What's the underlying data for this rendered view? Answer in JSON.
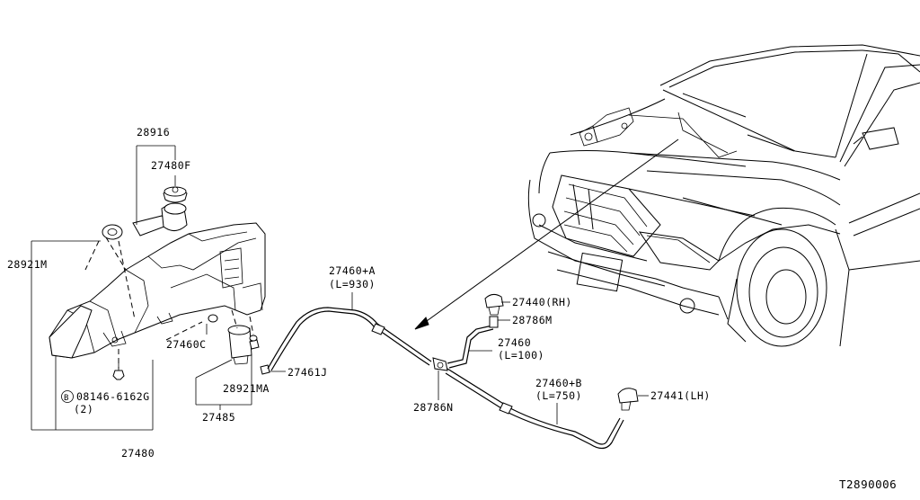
{
  "diagram": {
    "code": "T2890006",
    "labels": {
      "p28916": "28916",
      "p27480F": "27480F",
      "p28921M": "28921M",
      "p27460C": "27460C",
      "p08146": "08146-6162G",
      "p08146_qty": "(2)",
      "p08146_circle": "B",
      "p28921MA": "28921MA",
      "p27485": "27485",
      "p27480": "27480",
      "p27461J": "27461J",
      "p27460A": "27460+A",
      "p27460A_len": "(L=930)",
      "p28786N": "28786N",
      "p27440": "27440(RH)",
      "p28786M": "28786M",
      "p27460": "27460",
      "p27460_len": "(L=100)",
      "p27460B": "27460+B",
      "p27460B_len": "(L=750)",
      "p27441": "27441(LH)"
    }
  }
}
